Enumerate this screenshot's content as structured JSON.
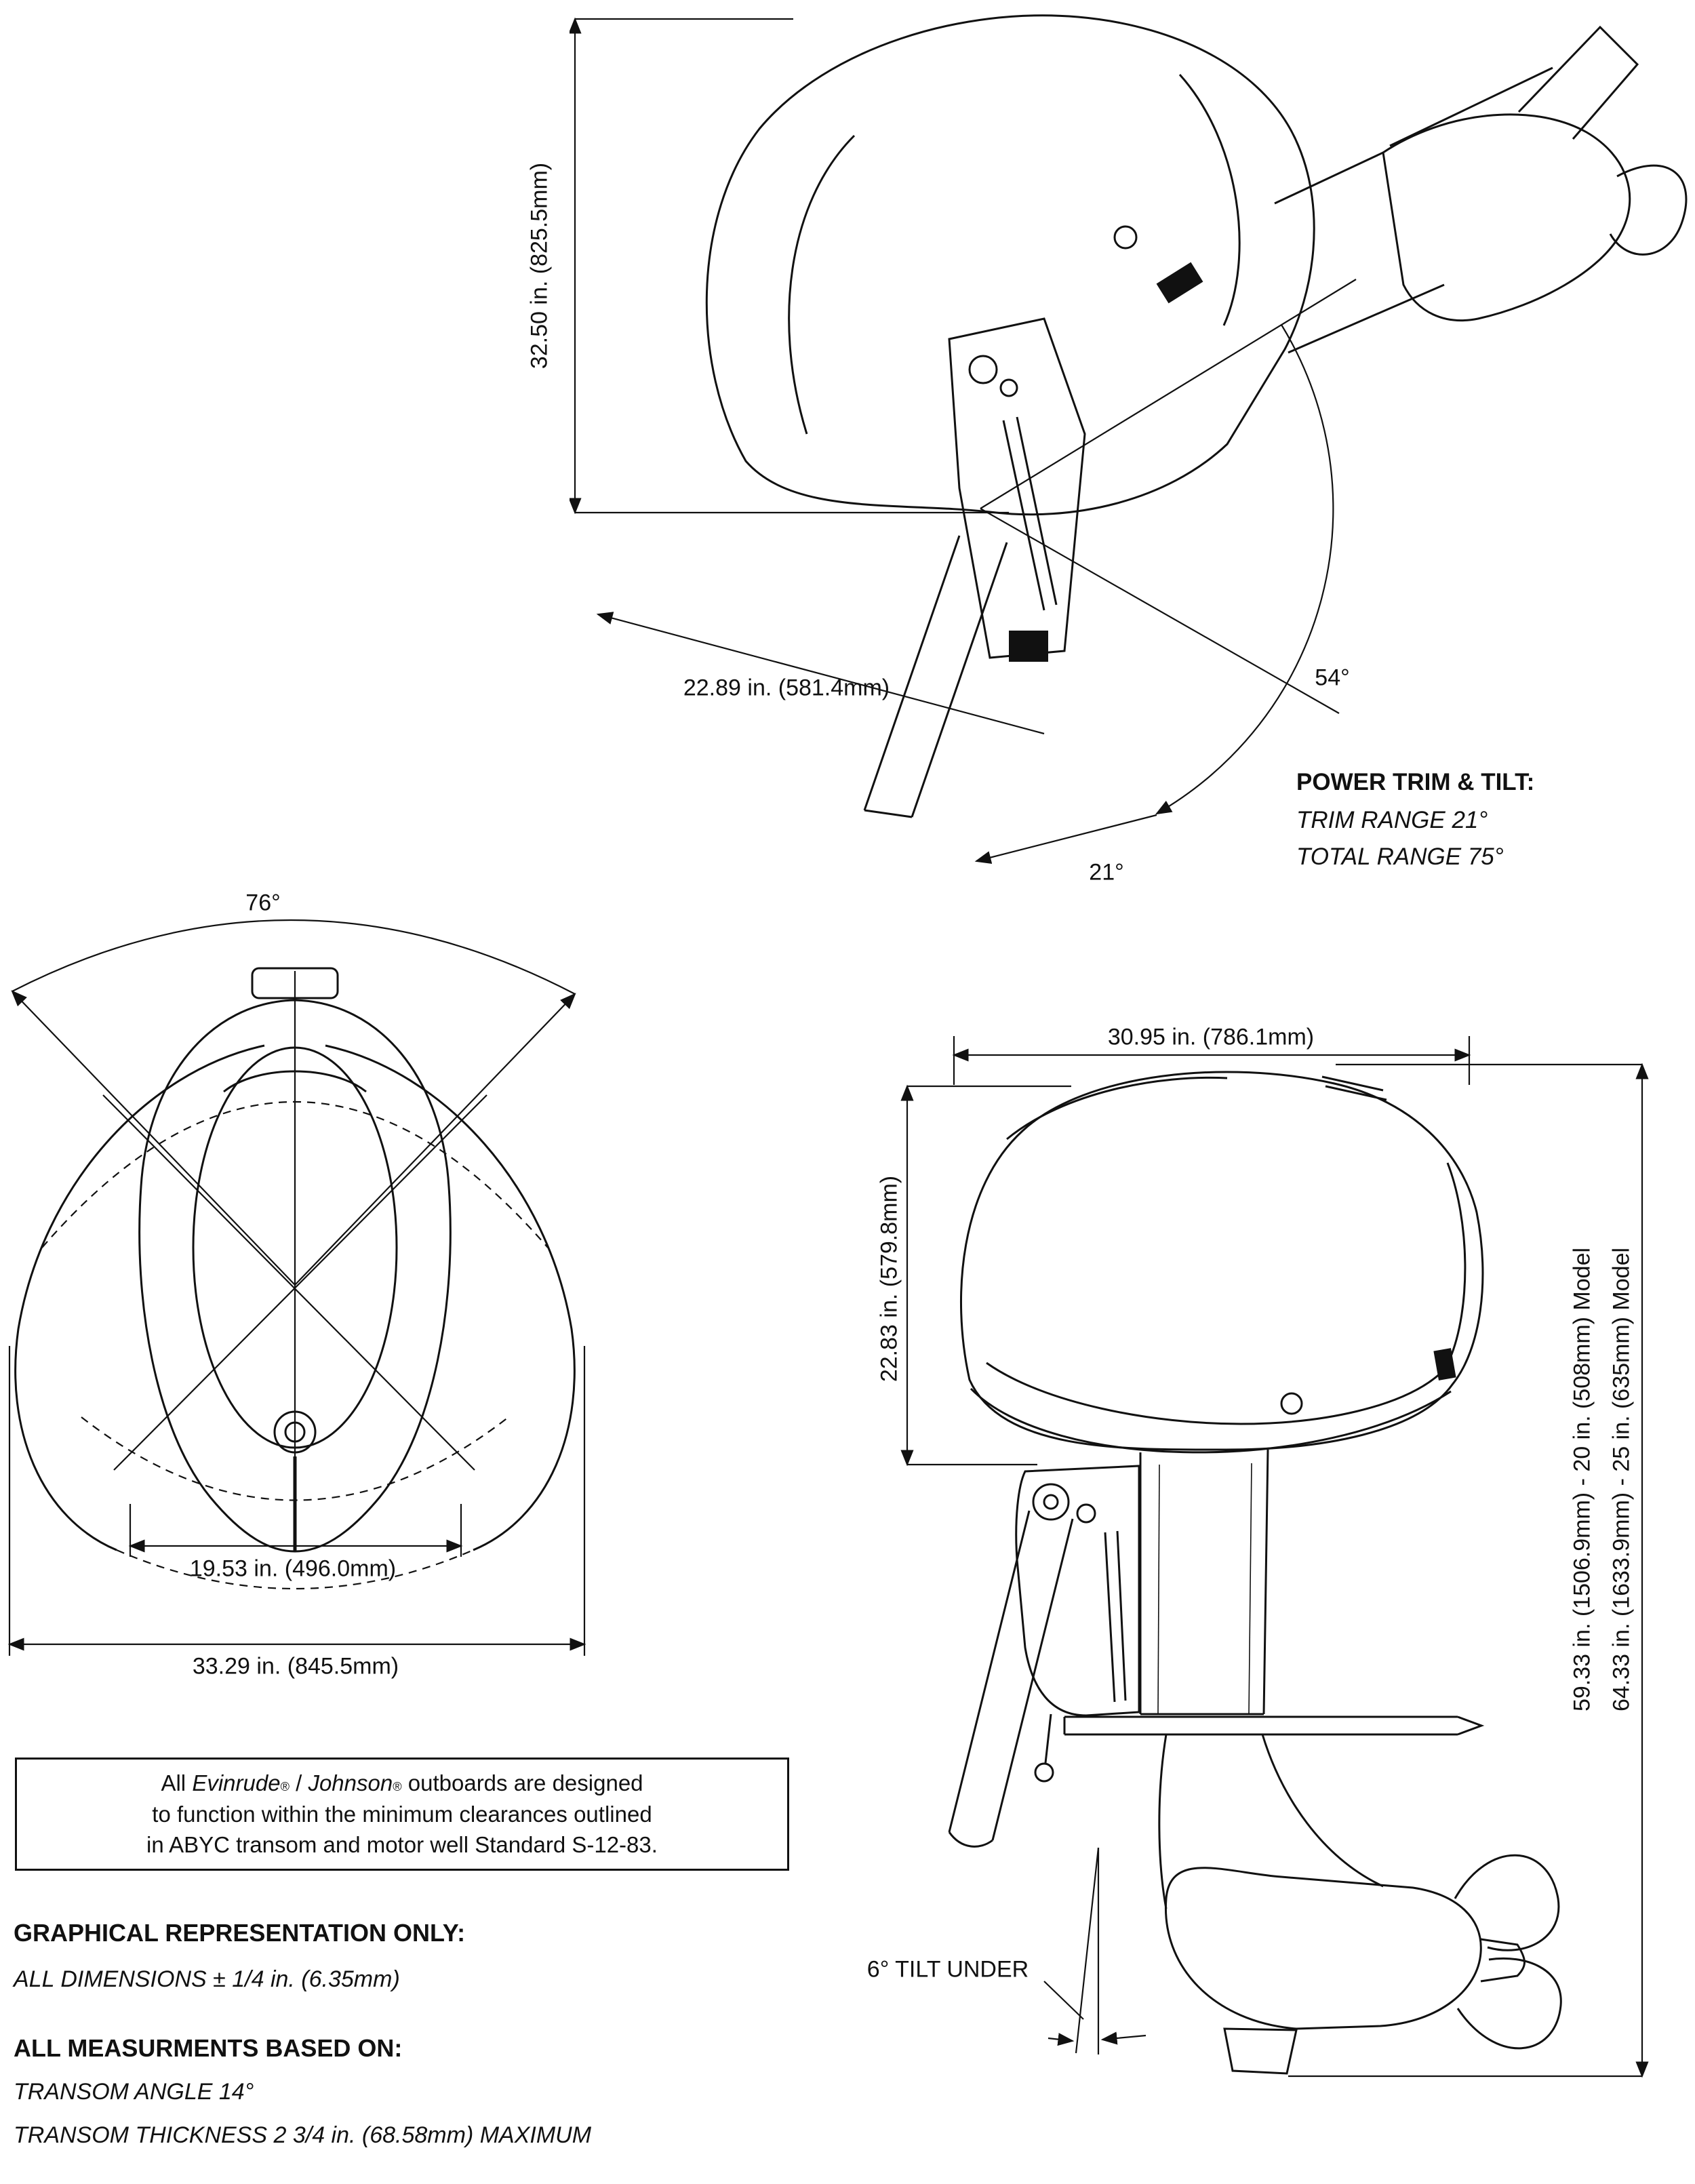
{
  "tilted_view": {
    "height_dim": "32.50 in. (825.5mm)",
    "setback_dim": "22.89 in. (581.4mm)",
    "tilt_angle": "54°",
    "trim_angle": "21°",
    "callout": {
      "title": "POWER TRIM & TILT:",
      "line1": "TRIM RANGE 21°",
      "line2": "TOTAL RANGE 75°"
    }
  },
  "top_view": {
    "steering_angle": "76°",
    "inner_width_dim": "19.53 in. (496.0mm)",
    "outer_width_dim": "33.29 in. (845.5mm)"
  },
  "side_view": {
    "length_dim": "30.95 in. (786.1mm)",
    "height_dim": "22.83 in. (579.8mm)",
    "model_20": "59.33 in. (1506.9mm) - 20 in. (508mm) Model",
    "model_25": "64.33 in. (1633.9mm) - 25 in. (635mm) Model",
    "tilt_under": "6° TILT UNDER"
  },
  "notes": {
    "box": {
      "pre": "All ",
      "brand1": "Evinrude",
      "reg1": "®",
      "mid": " / ",
      "brand2": "Johnson",
      "reg2": "®",
      "line1_rest": " outboards are designed",
      "line2": "to function within the minimum clearances outlined",
      "line3": "in ABYC transom and motor well Standard S-12-83."
    },
    "heading1": "GRAPHICAL REPRESENTATION ONLY:",
    "tolerance": "ALL DIMENSIONS ± 1/4 in. (6.35mm)",
    "heading2": "ALL MEASURMENTS BASED ON:",
    "transom_angle": "TRANSOM ANGLE 14°",
    "transom_thickness": "TRANSOM THICKNESS 2 3/4 in. (68.58mm) MAXIMUM"
  }
}
